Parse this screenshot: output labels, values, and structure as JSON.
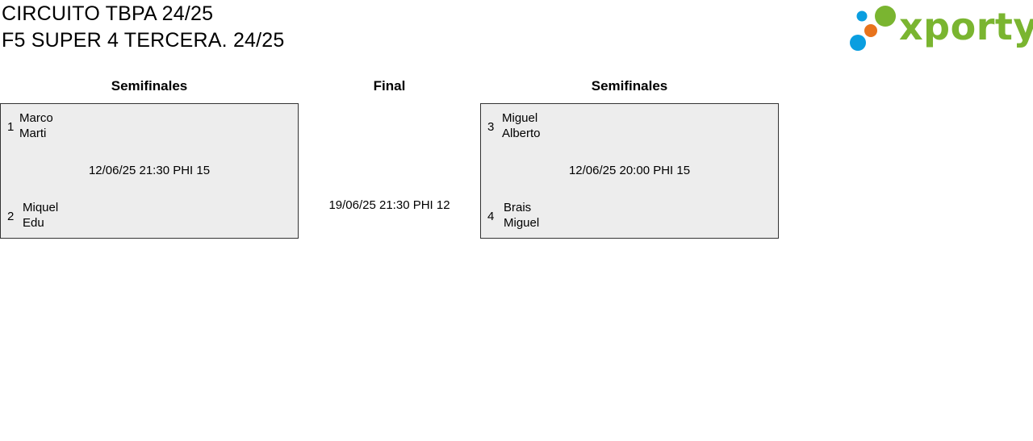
{
  "header": {
    "line1": "CIRCUITO TBPA 24/25",
    "line2": "F5 SUPER 4 TERCERA. 24/25"
  },
  "logo": {
    "text": "xporty",
    "colors": {
      "green": "#7ab530",
      "blue": "#0a9ee0",
      "orange": "#e8731c"
    }
  },
  "bracket": {
    "left": {
      "round_label": "Semifinales",
      "team1": {
        "seed": "1",
        "p1": "Marco",
        "p2": "Marti"
      },
      "team2": {
        "seed": "2",
        "p1": "Miquel",
        "p2": "Edu"
      },
      "schedule": "12/06/25 21:30 PHI 15"
    },
    "final": {
      "round_label": "Final",
      "schedule": "19/06/25 21:30 PHI 12"
    },
    "right": {
      "round_label": "Semifinales",
      "team1": {
        "seed": "3",
        "p1": "Miguel",
        "p2": "Alberto"
      },
      "team2": {
        "seed": "4",
        "p1": "Brais",
        "p2": "Miguel"
      },
      "schedule": "12/06/25 20:00 PHI 15"
    }
  }
}
